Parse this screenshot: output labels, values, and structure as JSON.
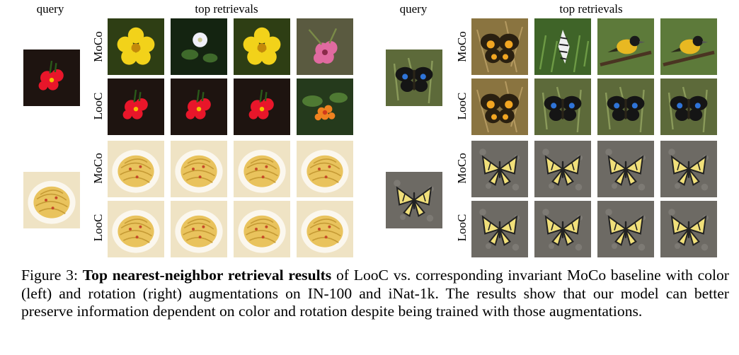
{
  "headers": {
    "left_query": "query",
    "left_retrievals": "top retrievals",
    "right_query": "query",
    "right_retrievals": "top retrievals"
  },
  "row_labels": {
    "moco": "MoCo",
    "looc": "LooC"
  },
  "panels": [
    {
      "name": "flower",
      "query": "red-flower",
      "moco": [
        "yellow-flower",
        "white-flower",
        "yellow-flower",
        "pink-flower"
      ],
      "looc": [
        "red-flower",
        "red-flower",
        "red-flower",
        "orange-flower"
      ]
    },
    {
      "name": "pasta",
      "query": "pasta",
      "moco": [
        "pasta",
        "pasta",
        "pasta",
        "pasta"
      ],
      "looc": [
        "pasta",
        "pasta",
        "pasta",
        "pasta"
      ]
    },
    {
      "name": "blue-butterfly",
      "query": "blue-butterfly",
      "moco": [
        "yellow-butterfly",
        "zebra-butterfly",
        "bird",
        "bird"
      ],
      "looc": [
        "yellow-butterfly",
        "blue-butterfly",
        "blue-butterfly",
        "blue-butterfly"
      ]
    },
    {
      "name": "swallowtail",
      "query": "swallowtail",
      "moco": [
        "swallowtail",
        "swallowtail",
        "swallowtail",
        "swallowtail"
      ],
      "looc": [
        "swallowtail",
        "swallowtail",
        "swallowtail",
        "swallowtail"
      ]
    }
  ],
  "caption": {
    "prefix": "Figure 3: ",
    "bold": "Top nearest-neighbor retrieval results",
    "rest": " of LooC vs.  corresponding invariant MoCo baseline with color (left) and rotation (right) augmentations on IN-100 and iNat-1k. The results show that our model can better preserve information dependent on color and rotation despite being trained with those augmentations."
  }
}
